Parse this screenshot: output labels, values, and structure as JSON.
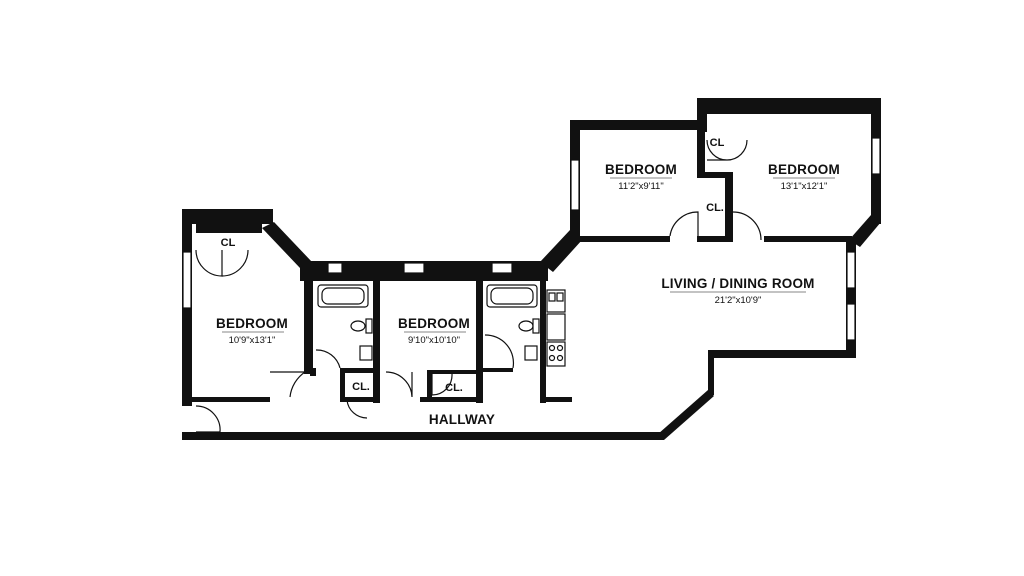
{
  "rooms": [
    {
      "name": "BEDROOM",
      "dims": "10'9\"x13'1\""
    },
    {
      "name": "BEDROOM",
      "dims": "9'10\"x10'10\""
    },
    {
      "name": "BEDROOM",
      "dims": "11'2\"x9'11\""
    },
    {
      "name": "BEDROOM",
      "dims": "13'1\"x12'1\""
    },
    {
      "name": "LIVING / DINING ROOM",
      "dims": "21'2\"x10'9\""
    },
    {
      "name": "HALLWAY"
    }
  ],
  "closets": [
    "CL",
    "CL.",
    "CL.",
    "CL.",
    "CL"
  ]
}
